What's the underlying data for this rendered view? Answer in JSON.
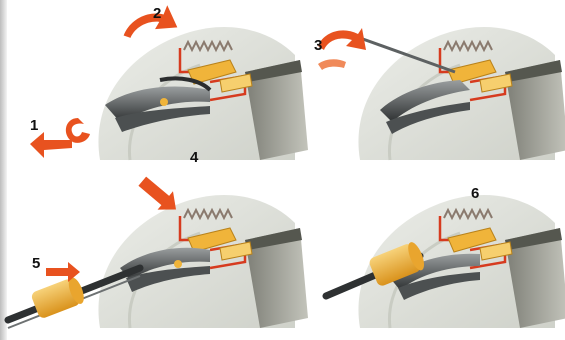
{
  "steps": [
    {
      "number": "1"
    },
    {
      "number": "2"
    },
    {
      "number": "3"
    },
    {
      "number": "4"
    },
    {
      "number": "5"
    },
    {
      "number": "6"
    }
  ],
  "colors": {
    "arrow": "#e8521f",
    "arrow_light": "#f2a07c",
    "drum": "#d9dcd4",
    "drum_shadow": "#b9bcb2",
    "spring": "#b8a79a",
    "metal_dark": "#3a3d3e",
    "metal_mid": "#6d7172",
    "sleeve": "#f0b43a",
    "shoe_lining": "#8e8f86"
  }
}
